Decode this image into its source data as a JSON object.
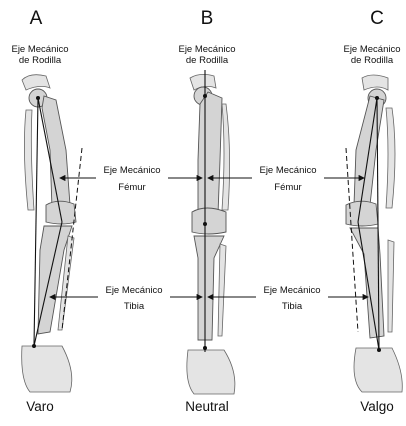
{
  "panels": [
    {
      "letter": "A",
      "caption": "Varo",
      "knee_axis_label": [
        "Eje Mecánico",
        "de Rodilla"
      ]
    },
    {
      "letter": "B",
      "caption": "Neutral",
      "knee_axis_label": [
        "Eje Mecánico",
        "de Rodilla"
      ]
    },
    {
      "letter": "C",
      "caption": "Valgo",
      "knee_axis_label": [
        "Eje Mecánico",
        "de Rodilla"
      ]
    }
  ],
  "femur_axis_label": [
    "Eje Mecánico",
    "Fémur"
  ],
  "tibia_axis_label": [
    "Eje Mecánico",
    "Tibia"
  ],
  "colors": {
    "bone_fill": "#d4d4d4",
    "bone_stroke": "#555555",
    "line": "#111111"
  }
}
